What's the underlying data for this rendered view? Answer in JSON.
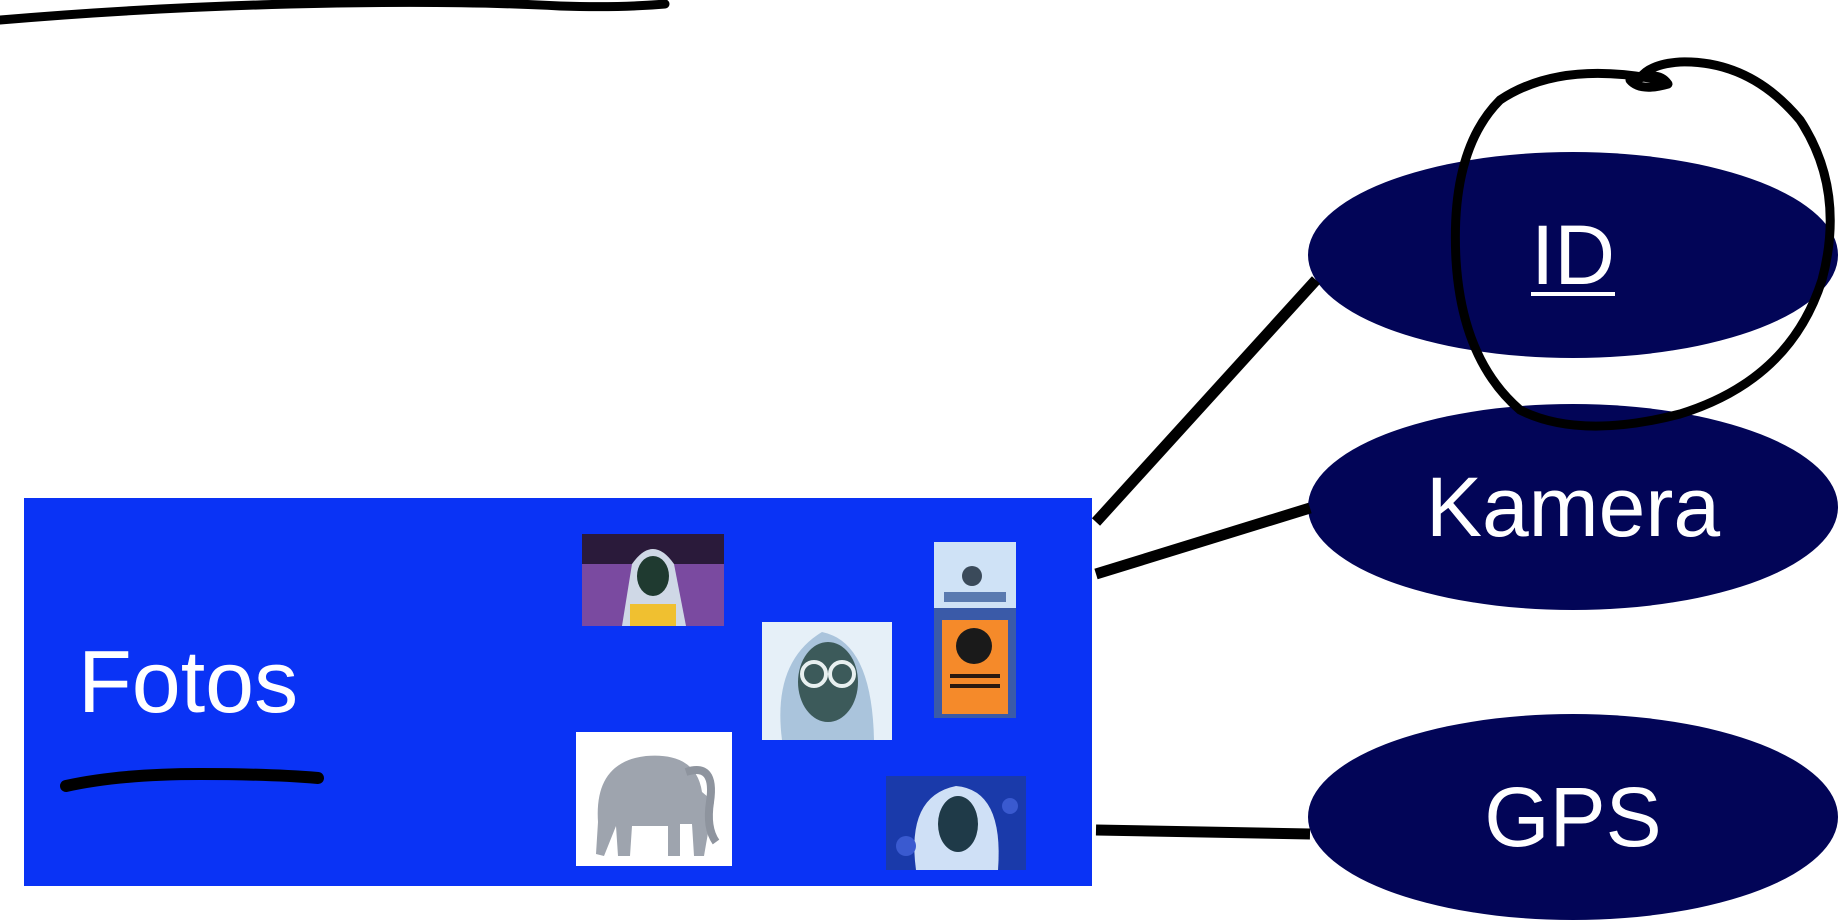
{
  "diagram": {
    "source": {
      "label": "Fotos",
      "color": "#0a33f5",
      "thumbnail_count": 6
    },
    "targets": [
      {
        "label": "ID",
        "underlined": true,
        "circled": true
      },
      {
        "label": "Kamera"
      },
      {
        "label": "GPS"
      }
    ],
    "node_color": "#020557",
    "ink_color": "#000000"
  }
}
